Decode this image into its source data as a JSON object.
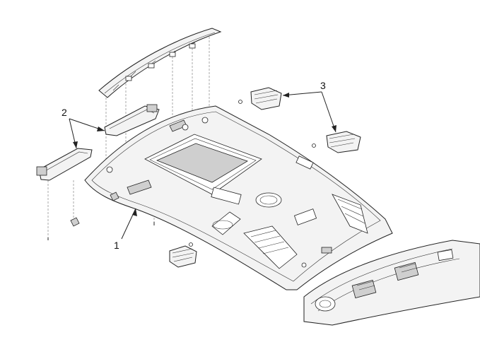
{
  "callouts": {
    "one": "1",
    "two": "2",
    "three": "3"
  },
  "colors": {
    "line": "#222222",
    "background": "#ffffff",
    "panel_fill": "#f3f3f3"
  }
}
